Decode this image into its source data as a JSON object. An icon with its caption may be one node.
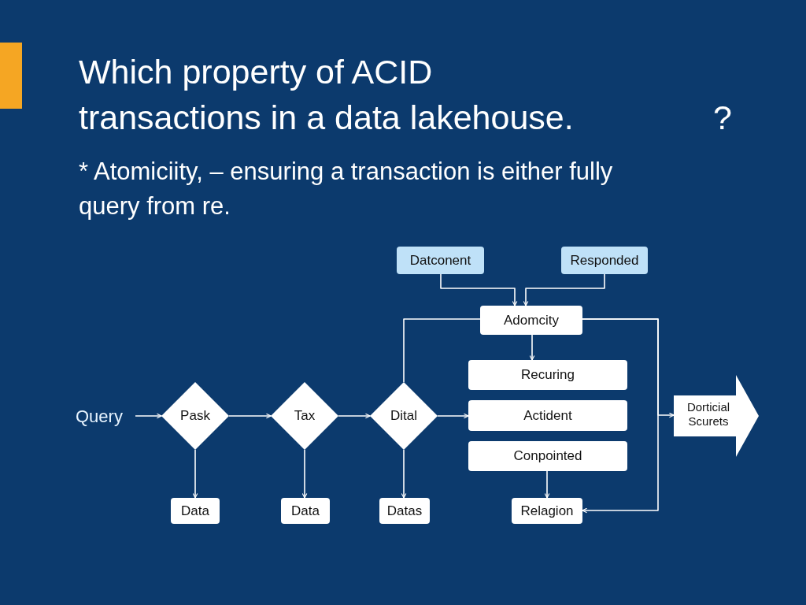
{
  "diagram": {
    "title": "Which property of ACID transactions in a data lakehouse.",
    "nodes": [
      {
        "text": [
          "Query"
        ]
      },
      {
        "text": [
          "Pask"
        ]
      },
      {
        "text": [
          "Tax"
        ]
      },
      {
        "text": [
          "Dital"
        ]
      },
      {
        "text": [
          "Data"
        ]
      },
      {
        "text": [
          "Data"
        ]
      },
      {
        "text": [
          "Datas"
        ]
      },
      {
        "text": [
          "Datconent"
        ]
      },
      {
        "text": [
          "Responded"
        ]
      },
      {
        "text": [
          "Adomcity"
        ]
      },
      {
        "text": [
          "Recuring"
        ]
      },
      {
        "text": [
          "Actident"
        ]
      },
      {
        "text": [
          "Conpointed"
        ]
      },
      {
        "text": [
          "Relagion"
        ]
      },
      {
        "text": [
          "Dorticial Scurets"
        ]
      }
    ],
    "edges": [
      {
        "from": 0,
        "to": 1,
        "arrow": "to"
      },
      {
        "from": 1,
        "to": 2,
        "arrow": "to"
      },
      {
        "from": 2,
        "to": 3,
        "arrow": "to"
      },
      {
        "from": 3,
        "to": 11,
        "arrow": "to"
      },
      {
        "from": 1,
        "to": 4,
        "arrow": "to"
      },
      {
        "from": 2,
        "to": 5,
        "arrow": "to"
      },
      {
        "from": 3,
        "to": 6,
        "arrow": "to"
      },
      {
        "from": 7,
        "to": 9,
        "arrow": "to"
      },
      {
        "from": 8,
        "to": 9,
        "arrow": "to"
      },
      {
        "from": 9,
        "to": 10,
        "arrow": "to"
      },
      {
        "from": 12,
        "to": 13,
        "arrow": "to"
      },
      {
        "from": 3,
        "to": 9,
        "arrow": "none"
      },
      {
        "from": 9,
        "to": 14,
        "arrow": "to"
      },
      {
        "from": 9,
        "to": 13,
        "arrow": "to"
      }
    ],
    "labels": [
      "?",
      "* Atomiciity, – ensuring a transaction is either fully query from re."
    ]
  }
}
